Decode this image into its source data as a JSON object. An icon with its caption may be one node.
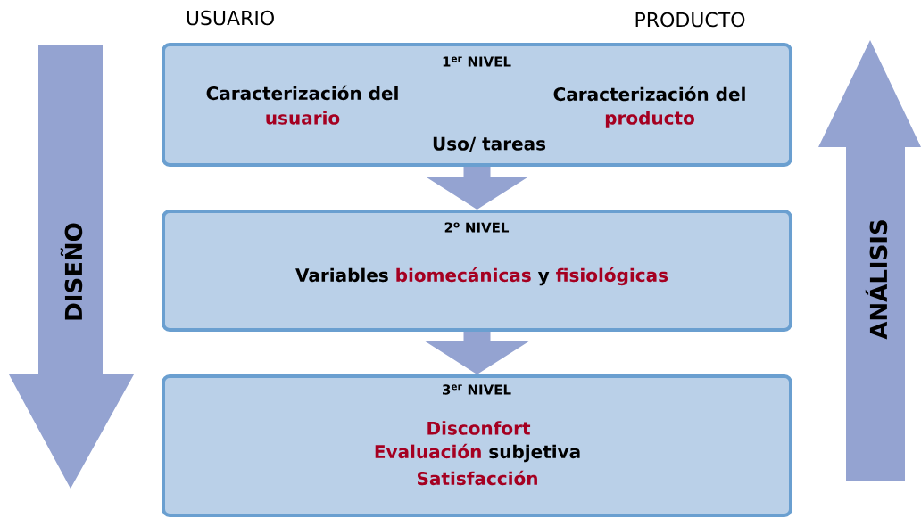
{
  "diagram": {
    "nodes": [
      {
        "text": [
          "1$^{er}$ NIVEL",
          "Caracterización del",
          "usuario",
          "Caracterización del",
          "producto",
          "Uso/ tareas"
        ]
      },
      {
        "text": [
          "2$^{o}$ NIVEL",
          "Variables",
          "biomecánicas",
          "y",
          "fisiológicas"
        ]
      },
      {
        "text": [
          "3$^{er}$ NIVEL",
          "Disconfort",
          "Evaluación",
          "subjetiva",
          "Satisfacción"
        ]
      },
      {
        "text": [
          "DISEÑO"
        ]
      },
      {
        "text": [
          "ANÁLISIS"
        ]
      }
    ],
    "edges": [
      {
        "from": 0,
        "to": 1,
        "arrow": "to"
      },
      {
        "from": 1,
        "to": 2,
        "arrow": "to"
      }
    ],
    "labels": [
      "USUARIO",
      "PRODUCTO"
    ]
  }
}
